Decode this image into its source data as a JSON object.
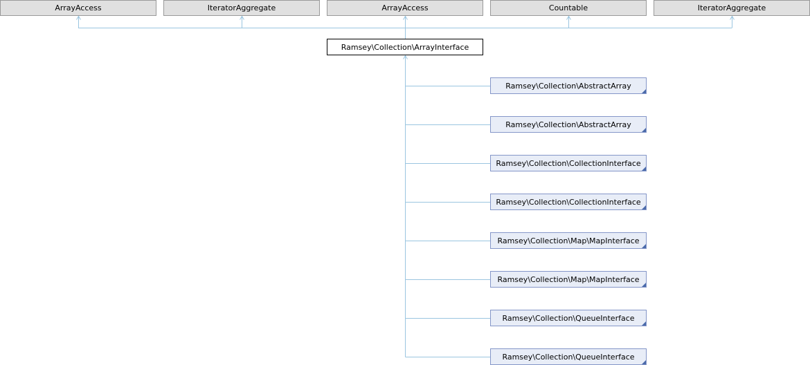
{
  "diagram": {
    "parents": [
      {
        "label": "ArrayAccess"
      },
      {
        "label": "IteratorAggregate"
      },
      {
        "label": "ArrayAccess"
      },
      {
        "label": "Countable"
      },
      {
        "label": "IteratorAggregate"
      }
    ],
    "center": {
      "label": "Ramsey\\Collection\\ArrayInterface"
    },
    "children": [
      {
        "label": "Ramsey\\Collection\\AbstractArray"
      },
      {
        "label": "Ramsey\\Collection\\AbstractArray"
      },
      {
        "label": "Ramsey\\Collection\\CollectionInterface"
      },
      {
        "label": "Ramsey\\Collection\\CollectionInterface"
      },
      {
        "label": "Ramsey\\Collection\\Map\\MapInterface"
      },
      {
        "label": "Ramsey\\Collection\\Map\\MapInterface"
      },
      {
        "label": "Ramsey\\Collection\\QueueInterface"
      },
      {
        "label": "Ramsey\\Collection\\QueueInterface"
      }
    ],
    "colors": {
      "parent_fill": "#e0e0e0",
      "parent_stroke": "#999999",
      "center_fill": "#ffffff",
      "center_stroke": "#000000",
      "child_fill": "#e8edf7",
      "child_stroke": "#8496c8",
      "child_corner": "#4a6aaa",
      "edge": "#9ac5e0"
    }
  }
}
